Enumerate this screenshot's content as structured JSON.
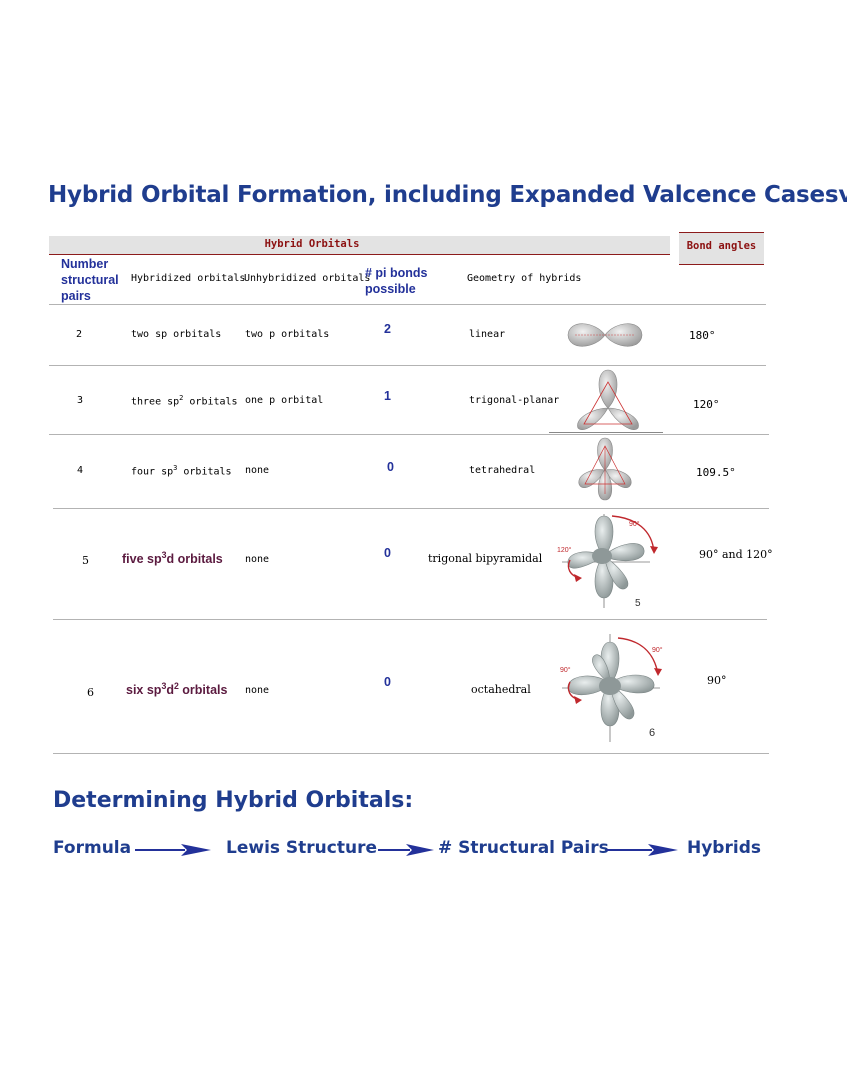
{
  "title": "Hybrid Orbital Formation, including Expanded Valcence Casesv",
  "table": {
    "band_label": "Hybrid Orbitals",
    "bond_angles_label": "Bond angles",
    "headers": {
      "structural_pairs_1": "Number",
      "structural_pairs_2": "structural",
      "structural_pairs_3": "pairs",
      "hybridized": "Hybridized orbitals",
      "unhybridized": "Unhybridized orbitals",
      "pi_bonds_1": "# pi bonds",
      "pi_bonds_2": "possible",
      "geometry": "Geometry of hybrids"
    },
    "rows": [
      {
        "pairs": "2",
        "hyb_pre": "two sp orbitals",
        "hyb_sup": "",
        "hyb_post": "",
        "unhyb": "two p orbitals",
        "pi": "2",
        "geometry": "linear",
        "angle": "180°"
      },
      {
        "pairs": "3",
        "hyb_pre": "three sp",
        "hyb_sup": "2",
        "hyb_post": " orbitals",
        "unhyb": "one p orbital",
        "pi": "1",
        "geometry": "trigonal-planar",
        "angle": "120°"
      },
      {
        "pairs": "4",
        "hyb_pre": "four sp",
        "hyb_sup": "3",
        "hyb_post": " orbitals",
        "unhyb": "none",
        "pi": "0",
        "geometry": "tetrahedral",
        "angle": "109.5°"
      },
      {
        "pairs": "5",
        "hyb_pre": "five sp",
        "hyb_sup": "3",
        "hyb_post": "d orbitals",
        "unhyb": "none",
        "pi": "0",
        "geometry": "trigonal bipyramidal",
        "angle": "90° and 120°",
        "img_labels": {
          "a": "90°",
          "b": "120°",
          "num": "5"
        }
      },
      {
        "pairs": "6",
        "hyb_pre": "six sp",
        "hyb_sup": "3",
        "hyb_mid": "d",
        "hyb_sup2": "2",
        "hyb_post": " orbitals",
        "unhyb": "none",
        "pi": "0",
        "geometry": "octahedral",
        "angle": "90°",
        "img_labels": {
          "a": "90°",
          "b": "90°",
          "num": "6"
        }
      }
    ]
  },
  "section2_title": "Determining Hybrid Orbitals:",
  "flow": [
    "Formula",
    "Lewis Structure",
    "# Structural Pairs",
    "Hybrids"
  ],
  "colors": {
    "title_blue": "#1f3d8e",
    "header_red": "#8c1111",
    "purple": "#5b1a3f",
    "arrow": "#7a0f0f"
  }
}
